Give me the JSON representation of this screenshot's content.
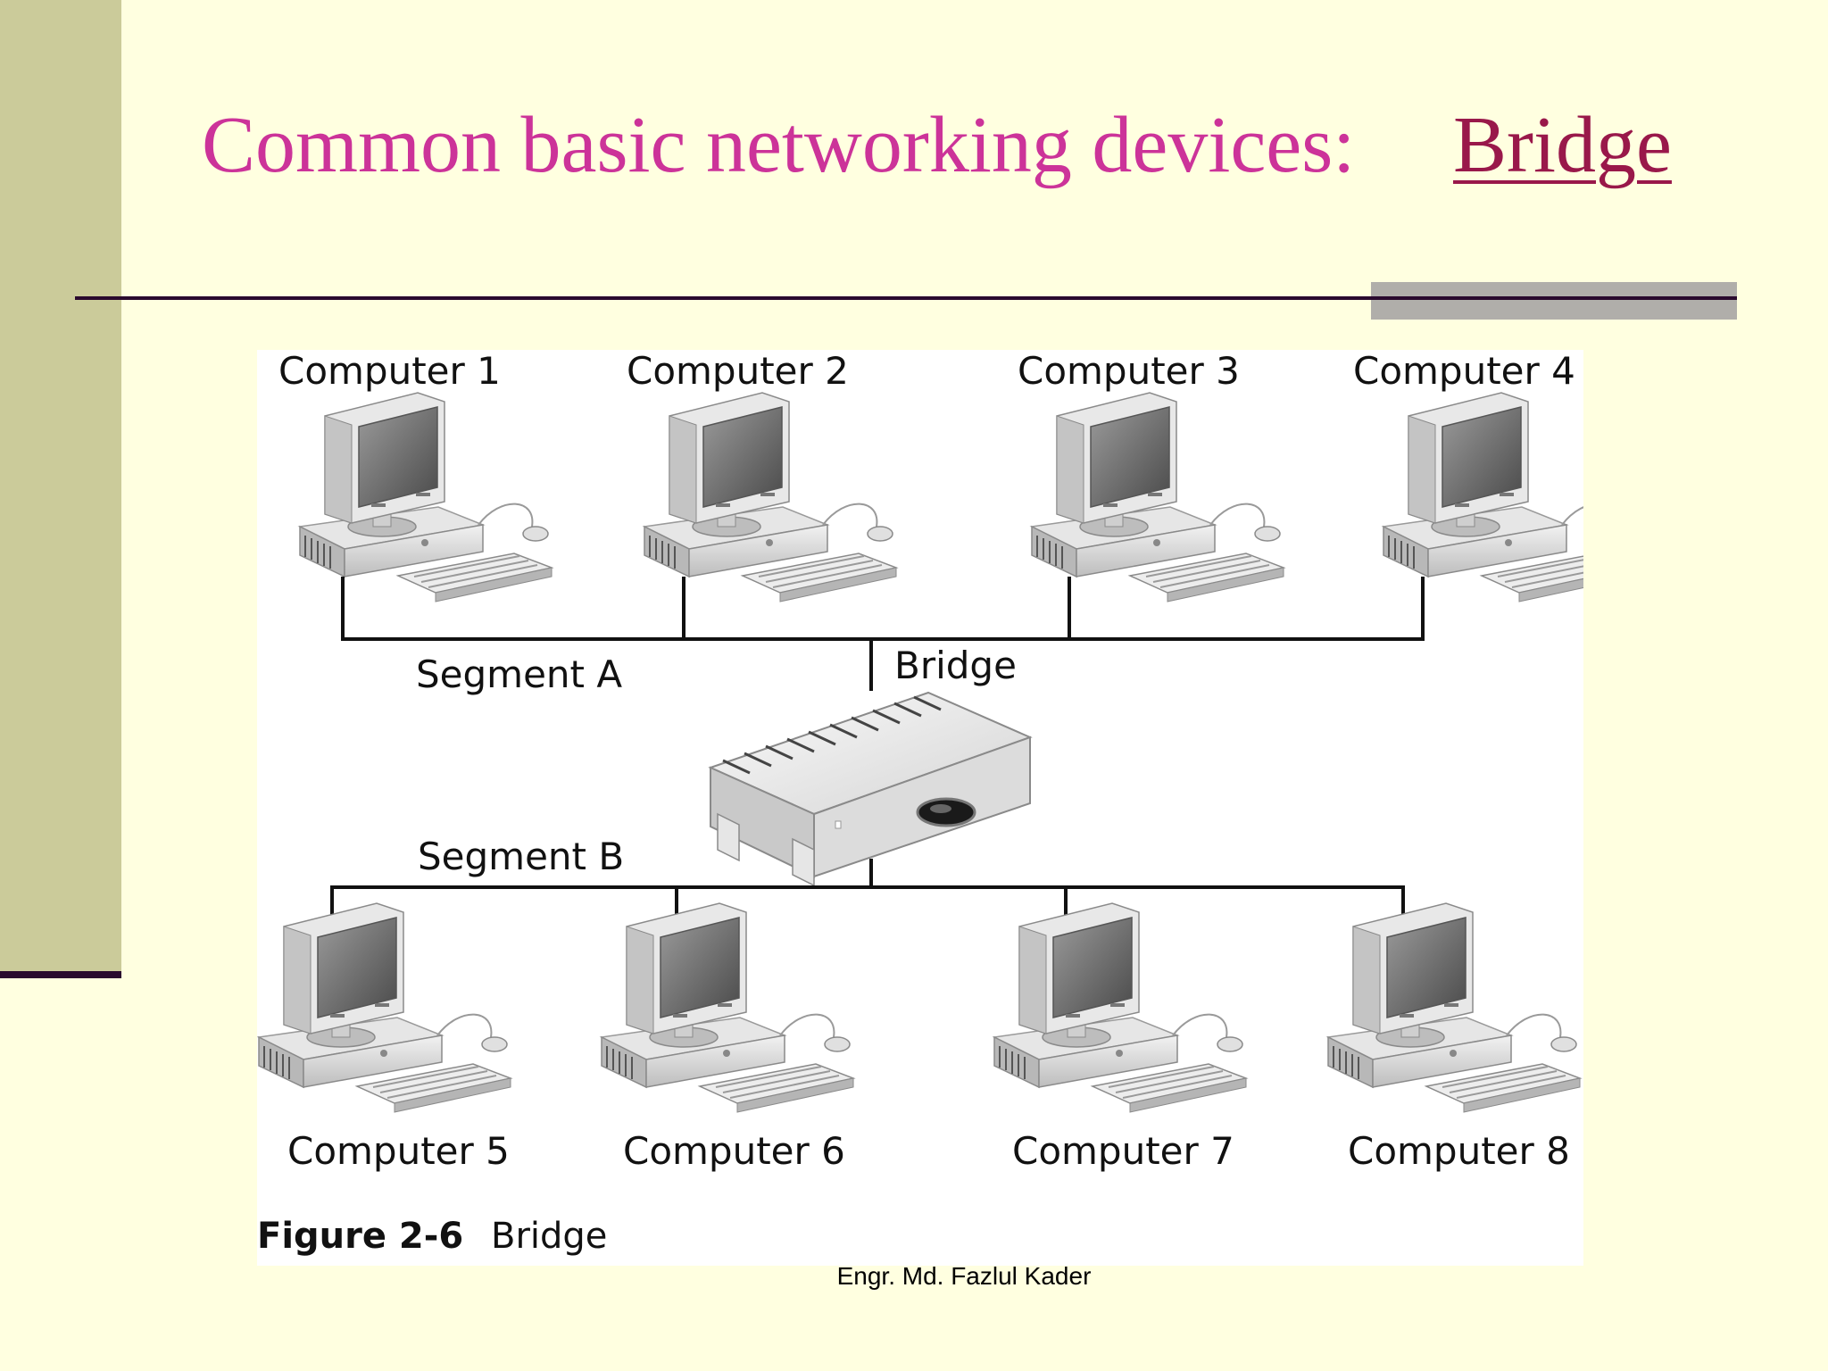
{
  "slide": {
    "title": "Common basic networking devices:",
    "title_link": "Bridge",
    "footer": "Engr. Md. Fazlul Kader",
    "colors": {
      "background": "#ffffe0",
      "sidebar": "#cbcb9a",
      "title": "#cc3399",
      "title_link": "#99184a",
      "rule_dark": "#2a0a2e",
      "rule_gray": "#b0aeaa"
    }
  },
  "diagram": {
    "top_computers": [
      "Computer 1",
      "Computer 2",
      "Computer 3",
      "Computer 4"
    ],
    "bottom_computers": [
      "Computer 5",
      "Computer 6",
      "Computer 7",
      "Computer 8"
    ],
    "segment_a": "Segment A",
    "segment_b": "Segment B",
    "bridge_label": "Bridge",
    "caption_number": "Figure 2-6",
    "caption_text": "Bridge",
    "icons": {
      "computer": "desktop-computer-icon",
      "bridge": "bridge-device-icon"
    }
  }
}
